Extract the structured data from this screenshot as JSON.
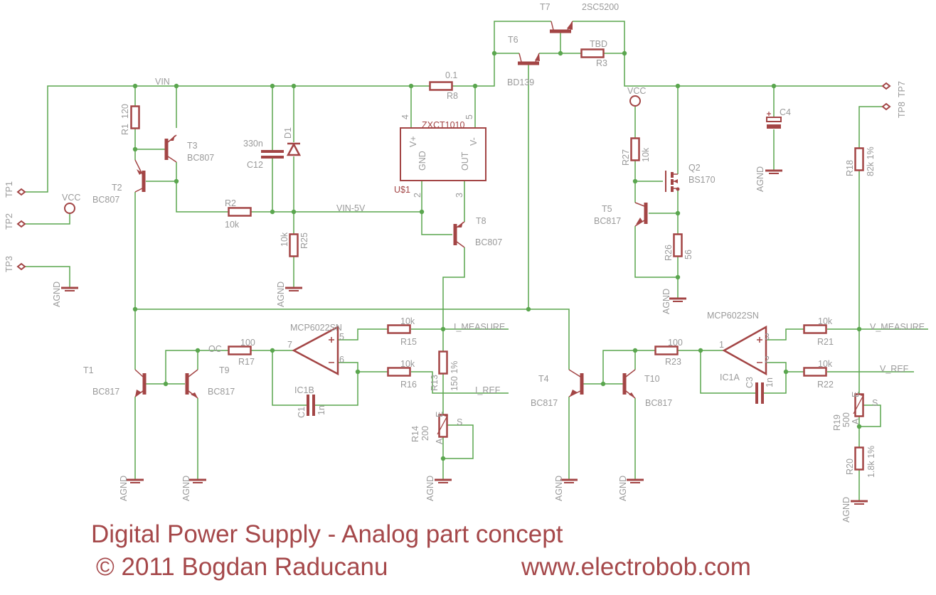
{
  "colors": {
    "wire": "#5aa64e",
    "component": "#a34545",
    "label": "#9a9a9a",
    "title": "#a5484a"
  },
  "title": {
    "line1": "Digital Power Supply - Analog part concept",
    "copyright": "© 2011 Bogdan Raducanu",
    "website": "www.electrobob.com"
  },
  "nets": {
    "vin": "VIN",
    "vin5": "VIN-5V",
    "oc": "OC",
    "i_measure": "I_MEASURE",
    "i_ref": "I_REF",
    "v_measure": "V_MEASURE",
    "v_ref": "V_REF",
    "vcc": "VCC",
    "agnd": "AGND"
  },
  "testpoints": {
    "tp1": "TP1",
    "tp2": "TP2",
    "tp3": "TP3",
    "tp7": "TP7",
    "tp8": "TP8"
  },
  "parts": {
    "r1": {
      "name": "R1",
      "value": "120"
    },
    "r2": {
      "name": "R2",
      "value": "10k"
    },
    "r25": {
      "name": "R25",
      "value": "10k"
    },
    "r8": {
      "name": "R8",
      "value": "0.1"
    },
    "r3": {
      "name": "R3",
      "value": "TBD"
    },
    "r27": {
      "name": "R27",
      "value": "10k"
    },
    "r26": {
      "name": "R26",
      "value": "56"
    },
    "r18": {
      "name": "R18",
      "value": "82k 1%"
    },
    "r17": {
      "name": "R17",
      "value": "100"
    },
    "r15": {
      "name": "R15",
      "value": "10k"
    },
    "r16": {
      "name": "R16",
      "value": "10k"
    },
    "r13": {
      "name": "R13",
      "value": "150 1%"
    },
    "r14": {
      "name": "R14",
      "value": "200"
    },
    "r23": {
      "name": "R23",
      "value": "100"
    },
    "r21": {
      "name": "R21",
      "value": "10k"
    },
    "r22": {
      "name": "R22",
      "value": "10k"
    },
    "r19": {
      "name": "R19",
      "value": "500"
    },
    "r20": {
      "name": "R20",
      "value": "1.8k 1%"
    },
    "c12": {
      "name": "C12",
      "value": "330n"
    },
    "c1": {
      "name": "C1",
      "value": "1n"
    },
    "c3": {
      "name": "C3",
      "value": "1n"
    },
    "c4": {
      "name": "C4"
    },
    "d1": {
      "name": "D1"
    },
    "t1": {
      "name": "T1",
      "value": "BC817"
    },
    "t2": {
      "name": "T2",
      "value": "BC807"
    },
    "t3": {
      "name": "T3",
      "value": "BC807"
    },
    "t4": {
      "name": "T4",
      "value": "BC817"
    },
    "t5": {
      "name": "T5",
      "value": "BC817"
    },
    "t6": {
      "name": "T6",
      "value": "BD139"
    },
    "t7": {
      "name": "T7",
      "value": "2SC5200"
    },
    "t8": {
      "name": "T8",
      "value": "BC807"
    },
    "t9": {
      "name": "T9",
      "value": "BC817"
    },
    "t10": {
      "name": "T10",
      "value": "BC817"
    },
    "q2": {
      "name": "Q2",
      "value": "BS170"
    },
    "u1": {
      "name": "U$1",
      "value": "ZXCT1010",
      "pin_vplus": "V+",
      "pin_vminus": "V-",
      "pin_gnd": "GND",
      "pin_out": "OUT",
      "p2": "2",
      "p3": "3",
      "p4": "4",
      "p5": "5"
    },
    "ic1b": {
      "name": "IC1B",
      "value": "MCP6022SN",
      "p5": "5",
      "p6": "6",
      "p7": "7"
    },
    "ic1a": {
      "name": "IC1A",
      "value": "MCP6022SN",
      "p1": "1",
      "p2": "2",
      "p3": "3"
    },
    "pot_pins": {
      "a": "A",
      "e": "E",
      "s": "S"
    }
  }
}
